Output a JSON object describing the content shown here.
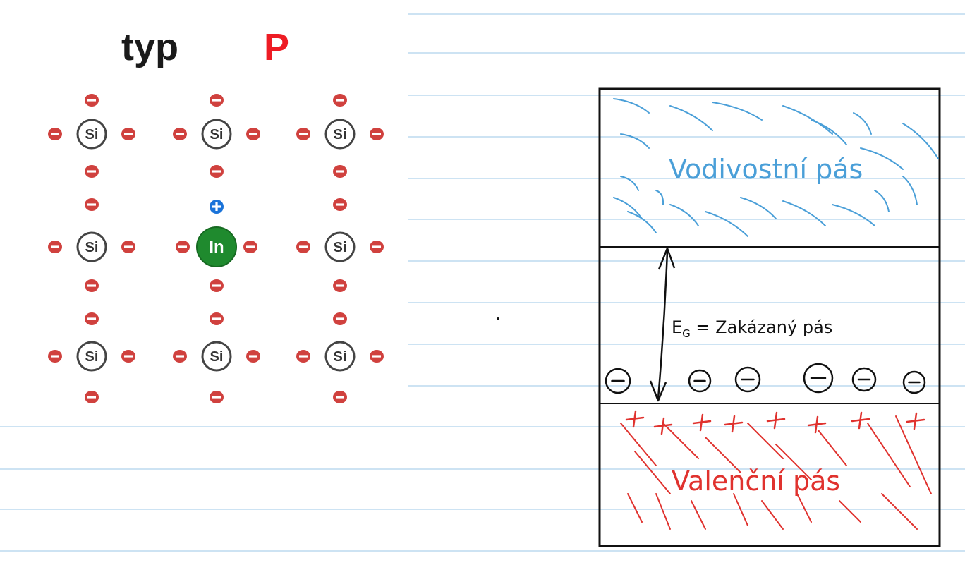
{
  "lattice": {
    "title_word": "typ",
    "title_letter": "P",
    "atom_label": "Si",
    "dopant_label": "In",
    "electron_sign": "−",
    "hole_sign": "+"
  },
  "band_diagram": {
    "conduction_band_label": "Vodivostní pás",
    "gap_symbol": "E",
    "gap_subscript": "G",
    "gap_text": " = Zakázaný pás",
    "valence_band_label": "Valenční pás",
    "electron_sign": "−",
    "hole_sign": "+"
  },
  "colors": {
    "electron_red": "#d0413e",
    "hole_blue": "#1a73d9",
    "dopant_green": "#1f8a2e",
    "conduction_blue": "#4a9fd8",
    "valence_red": "#e0322e",
    "rule_line": "#cde3f3"
  }
}
